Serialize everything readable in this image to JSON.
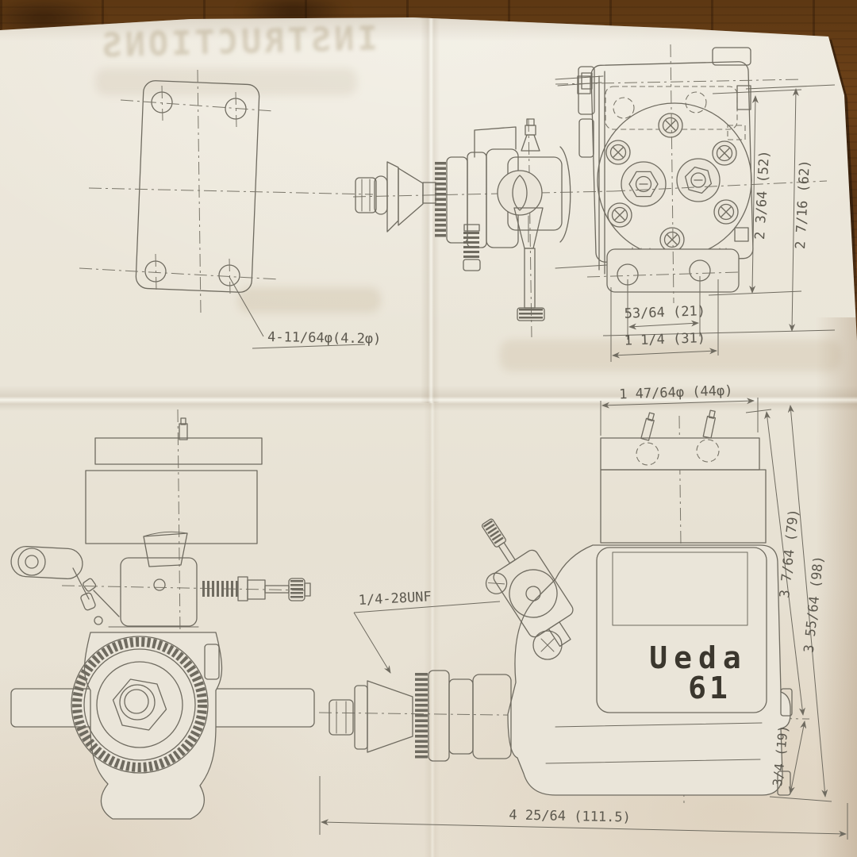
{
  "photo": {
    "surface": "wood floor planks",
    "subject": "folded engine drawing sheet",
    "colors": {
      "wood": "#7d4b1e",
      "paper": "#eae5d8",
      "ink": "#6f6b60",
      "logo_ink": "#3b372e"
    }
  },
  "ghost": {
    "title": "INSTRUCTIONS"
  },
  "logo": {
    "brand": "Ueda",
    "model": "61"
  },
  "labels": {
    "plate_holes": "4-11/64φ(4.2φ)",
    "head_width": "2 3/64 (52)",
    "overall_width": "2 7/16 (62)",
    "hole_span": "53/64 (21)",
    "lug_span": "1 1/4 (31)",
    "head_dia": "1 47/64φ (44φ)",
    "thread": "1/4-28UNF",
    "height_axis": "3 7/64 (79)",
    "height_total": "3 55/64 (98)",
    "lug_height": "3/4 (19)",
    "length_total": "4 25/64 (111.5)"
  }
}
